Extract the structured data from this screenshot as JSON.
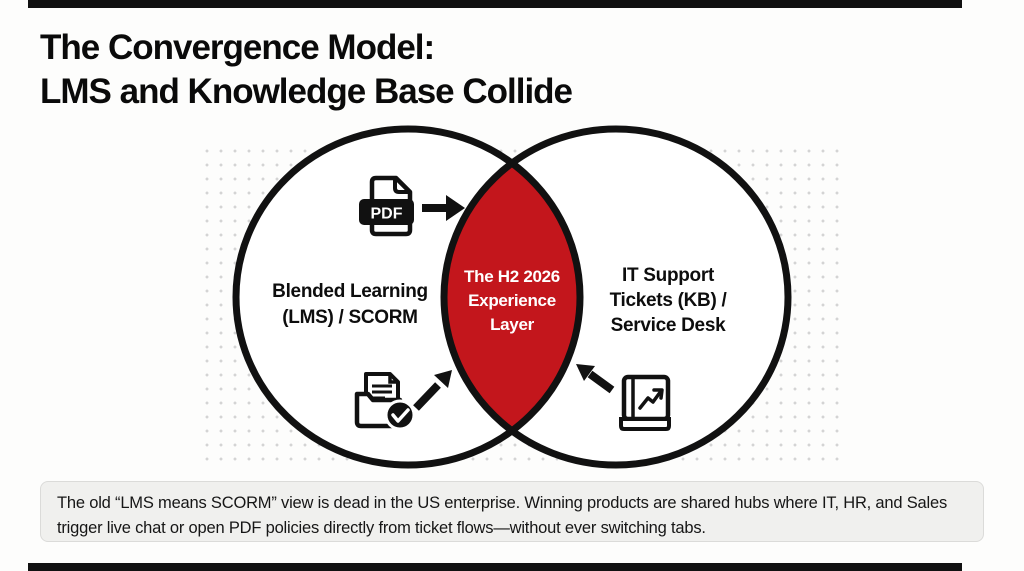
{
  "title": {
    "line1": "The Convergence Model:",
    "line2": "LMS and Knowledge Base Collide"
  },
  "venn": {
    "left_label": "Blended Learning\n(LMS) / SCORM",
    "center_label": "The H2 2026\nExperience\nLayer",
    "right_label": "IT Support\nTickets (KB) /\nService Desk"
  },
  "icons": {
    "pdf_badge_label": "PDF"
  },
  "callout": {
    "text": "The old “LMS means SCORM” view is dead in the US enterprise. Winning products are shared hubs where IT, HR, and Sales trigger live chat or open PDF policies directly from ticket flows—without ever switching tabs."
  },
  "colors": {
    "intersection_red": "#c3161c",
    "diagram_black": "#111111",
    "dot_grid_gray": "#d4d4d4",
    "callout_bg": "#f0f0ee",
    "circle_fill": "#ffffff"
  }
}
